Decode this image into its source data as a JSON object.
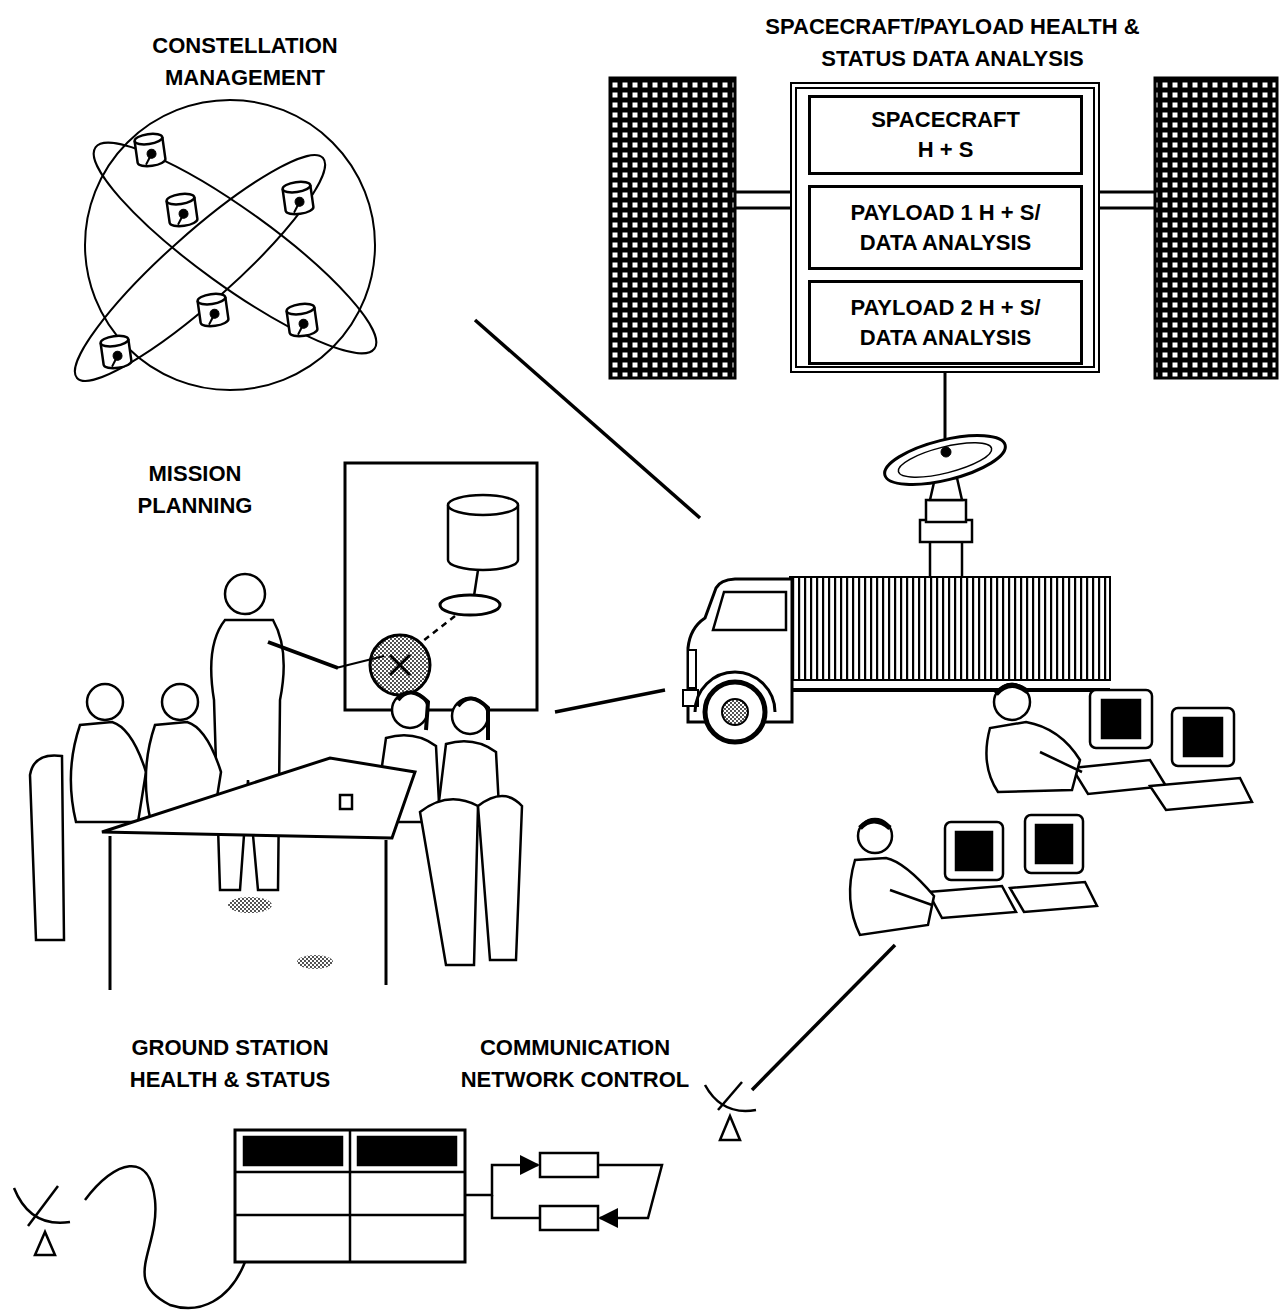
{
  "diagram": {
    "nodes": [
      {
        "text": [
          "SPACECRAFT/PAYLOAD HEALTH & STATUS DATA ANALYSIS"
        ]
      },
      {
        "text": [
          "SPACECRAFT H + S"
        ],
        "in": 0
      },
      {
        "text": [
          "PAYLOAD 1 H + S/ DATA ANALYSIS"
        ],
        "in": 0
      },
      {
        "text": [
          "PAYLOAD 2 H + S/ DATA ANALYSIS"
        ],
        "in": 0
      }
    ],
    "labels": [
      "CONSTELLATION MANAGEMENT",
      "MISSION PLANNING",
      "GROUND STATION HEALTH & STATUS",
      "COMMUNICATION NETWORK CONTROL"
    ]
  }
}
